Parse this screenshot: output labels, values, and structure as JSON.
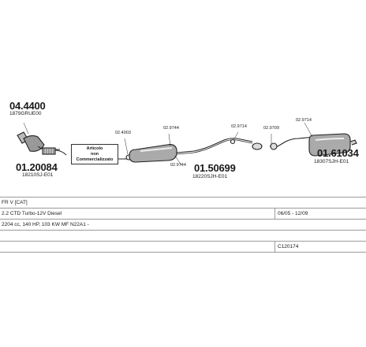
{
  "parts": {
    "p1": {
      "number": "04.4400",
      "code": "1879GRUE00"
    },
    "p2": {
      "number": "01.20084",
      "code": "18210SJ-E01"
    },
    "p3": {
      "number": "01.50699",
      "code": "18220SJH-E01"
    },
    "p4": {
      "number": "01.61034",
      "code": "18307SJH-E01"
    }
  },
  "refs": {
    "r1": "02.4003",
    "r2": "02.9744",
    "r3": "02.9744",
    "r4": "02.9714",
    "r5": "02.9709",
    "r6": "02.9714"
  },
  "note": {
    "line1": "Articolo",
    "line2": "non",
    "line3": "Commercializzato"
  },
  "info": {
    "row1": {
      "left": "FR V [CAT]",
      "right": ""
    },
    "row2": {
      "left": "2.2 CTD  Turbo-12V Diesel",
      "right": "06/05 - 12/09"
    },
    "row3": {
      "left": "2204 cc, 140 HP, 103 KW MF N22A1 -",
      "right": ""
    },
    "row4": {
      "left": "",
      "right": ""
    },
    "row5": {
      "left": "",
      "right": "C120174"
    }
  }
}
